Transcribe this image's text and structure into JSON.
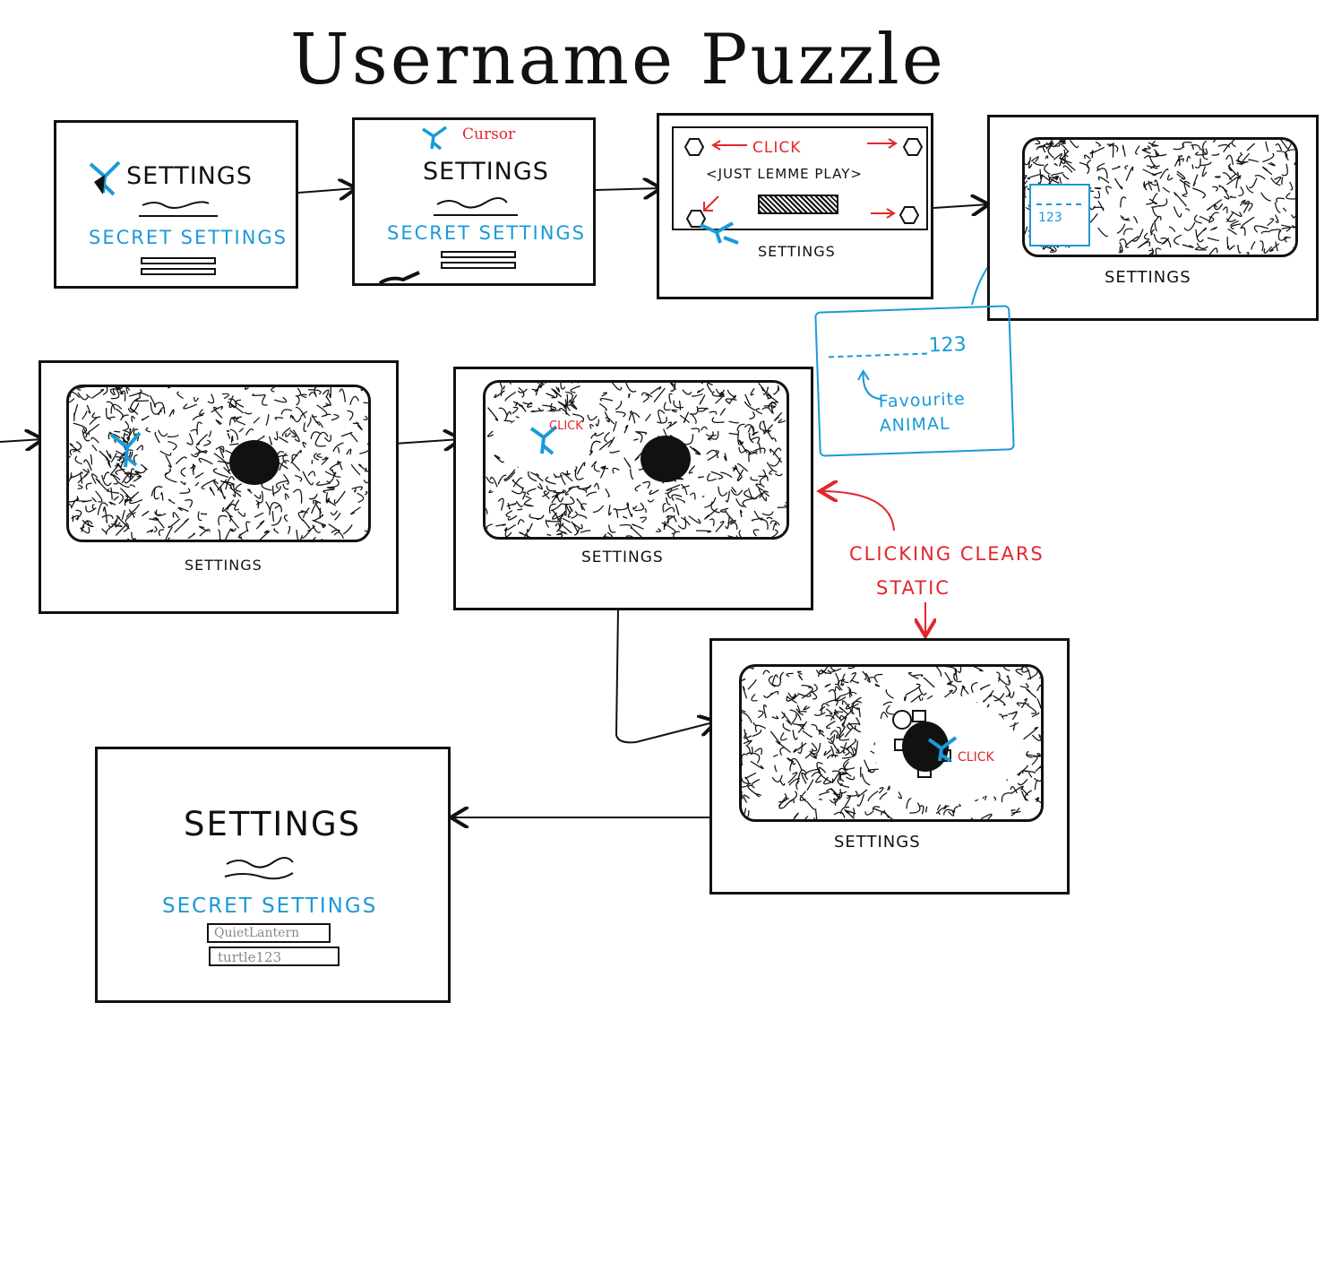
{
  "title": "Username Puzzle",
  "colors": {
    "ink": "#111111",
    "blue": "#1a9ad6",
    "red": "#e2262b",
    "gray": "#888888"
  },
  "panels": [
    {
      "id": "p1",
      "settings_label": "SETTINGS",
      "secret_label": "SECRET SETTINGS"
    },
    {
      "id": "p2",
      "settings_label": "SETTINGS",
      "secret_label": "SECRET SETTINGS",
      "cursor_note": "Cursor"
    },
    {
      "id": "p3",
      "click_label": "CLICK",
      "button_label": "<JUST LEMME PLAY>",
      "settings_label": "SETTINGS"
    },
    {
      "id": "p4",
      "field_value": "123",
      "settings_label": "SETTINGS"
    },
    {
      "id": "p5",
      "settings_label": "SETTINGS"
    },
    {
      "id": "p6",
      "click_label": "CLICK",
      "settings_label": "SETTINGS"
    },
    {
      "id": "p7",
      "click_label": "CLICK",
      "settings_label": "SETTINGS"
    },
    {
      "id": "p8",
      "settings_label": "SETTINGS",
      "secret_label": "SECRET SETTINGS",
      "fields": [
        "QuietLantern",
        "turtle123"
      ]
    }
  ],
  "callout": {
    "field_value": "123",
    "note": "Favourite ANIMAL"
  },
  "annotation": {
    "text_line1": "CLICKING CLEARS",
    "text_line2": "STATIC"
  },
  "icons": [
    "cursor-icon",
    "hexagon-icon",
    "arrow-icon",
    "turtle-icon"
  ]
}
